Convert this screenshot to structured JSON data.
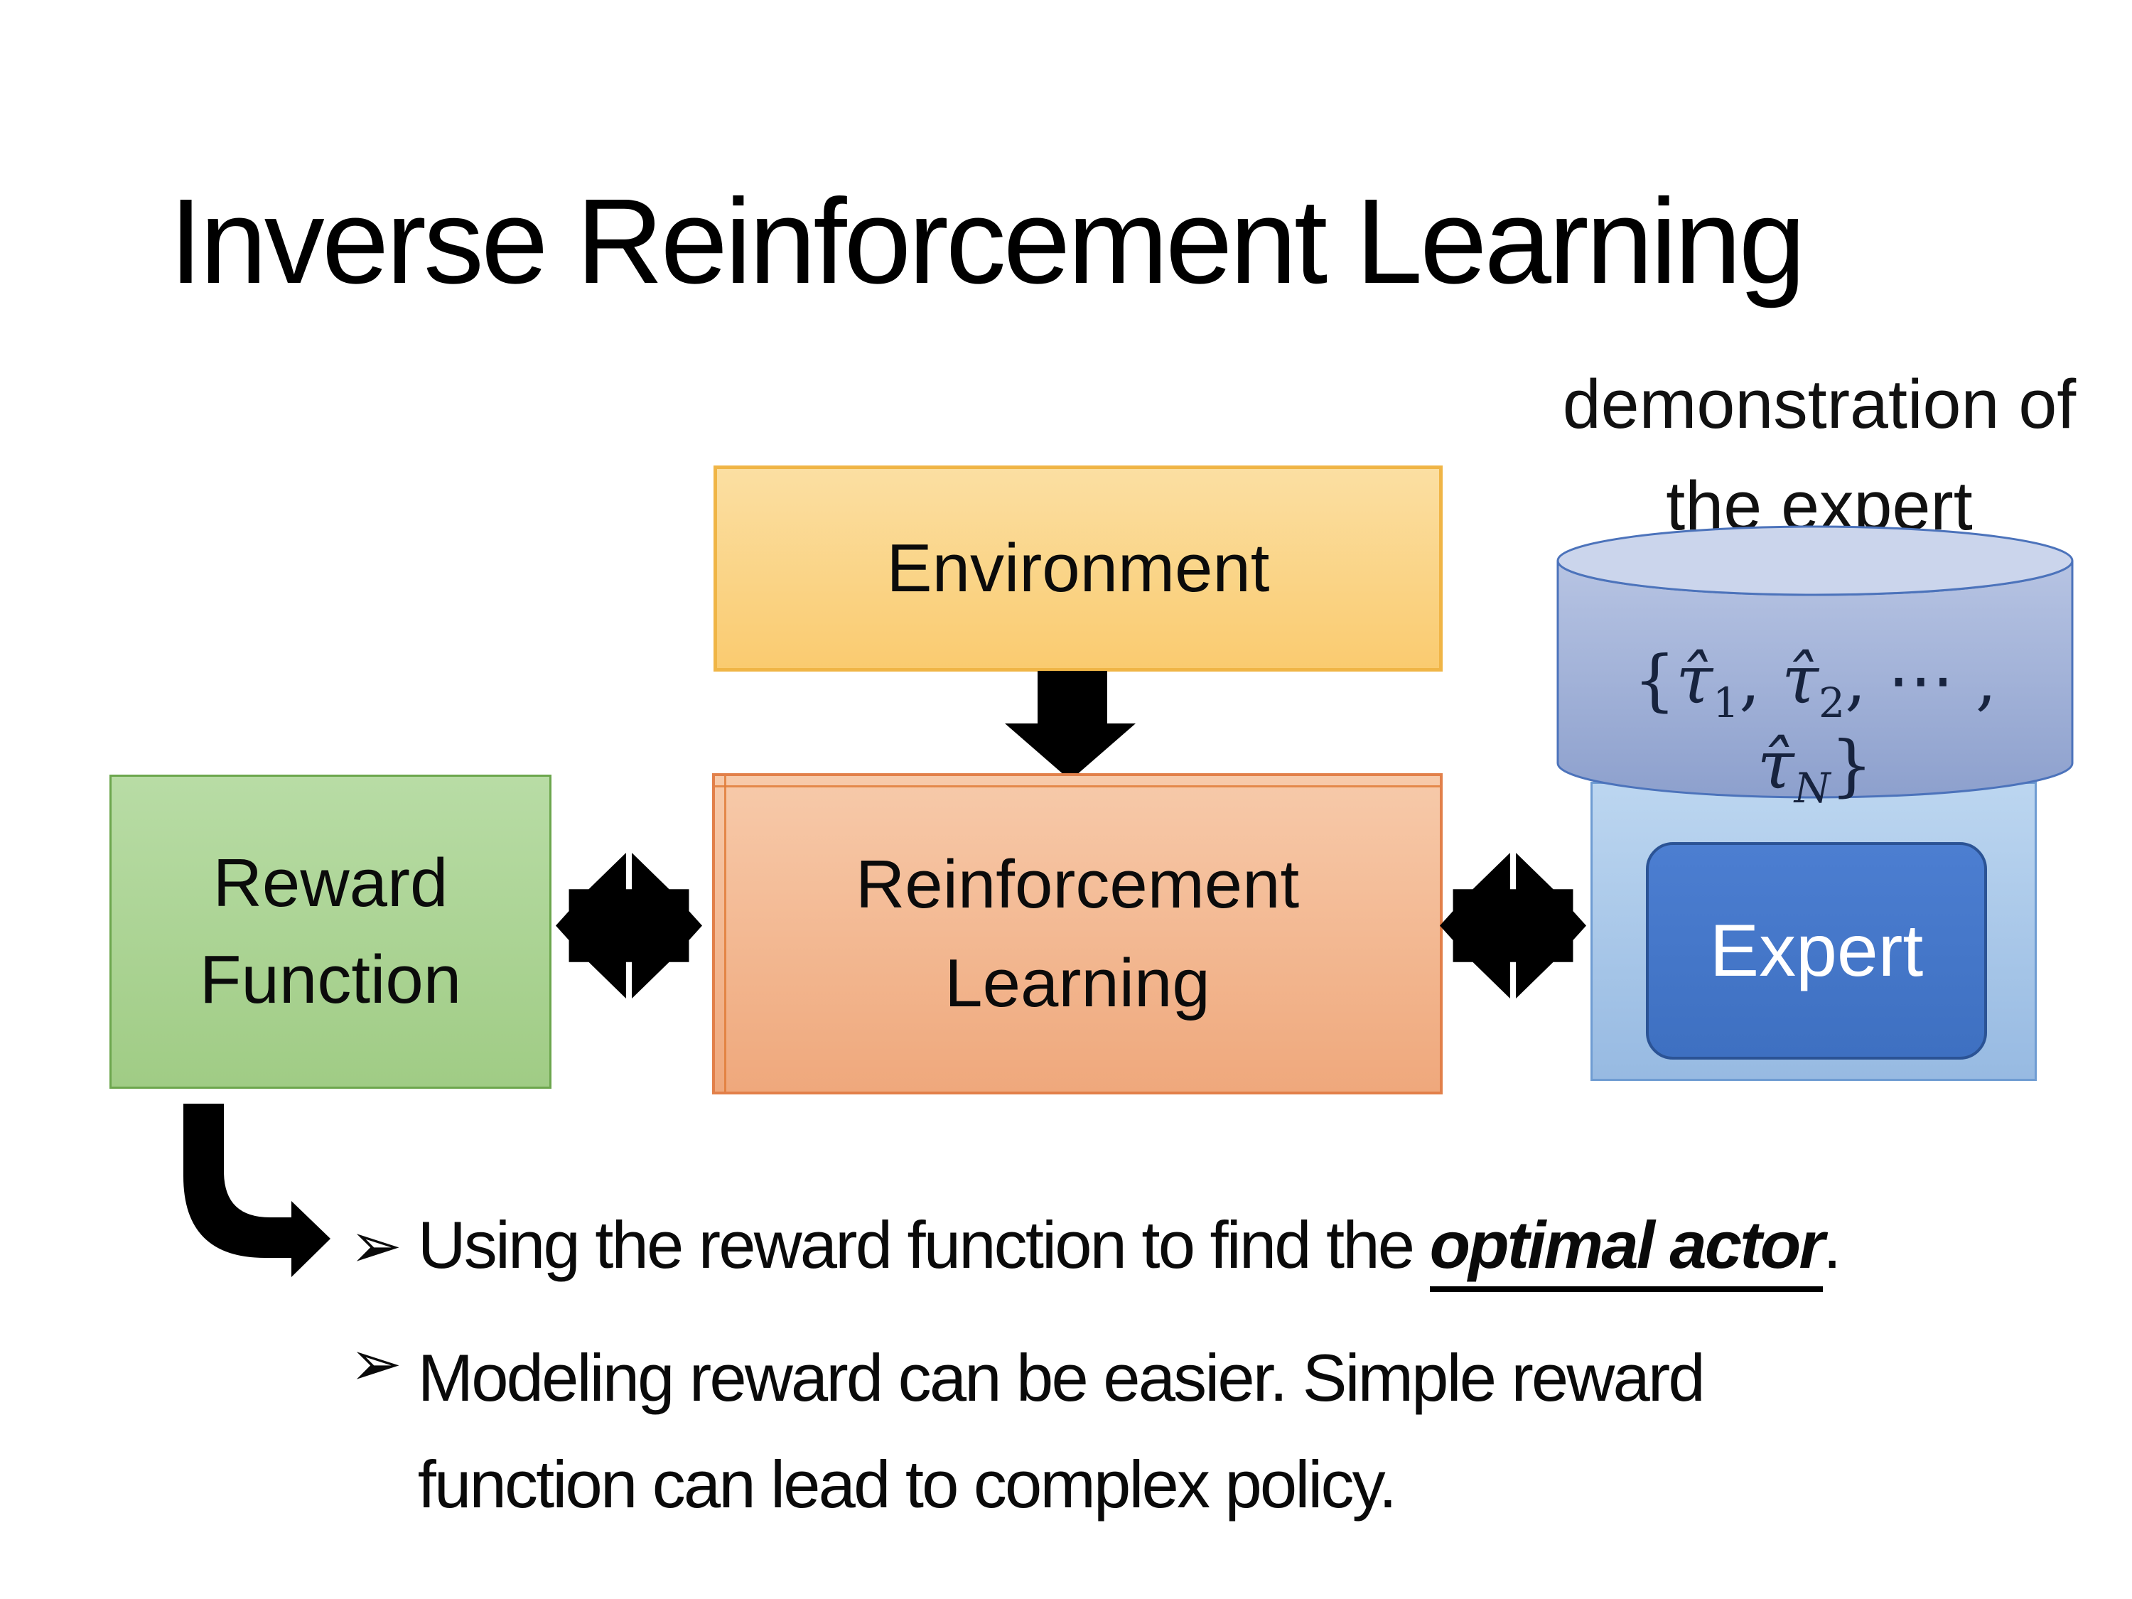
{
  "slide": {
    "title": "Inverse Reinforcement Learning",
    "background": "#ffffff"
  },
  "diagram": {
    "demonstration_label": {
      "line1": "demonstration",
      "line2": "of the expert"
    },
    "environment_box": {
      "label": "Environment",
      "fill_top": "#FBDFA2",
      "fill_bottom": "#FACB70",
      "border": "#F0B546"
    },
    "reward_function_box": {
      "line1": "Reward",
      "line2": "Function",
      "fill_top": "#B8DCA5",
      "fill_bottom": "#A0CC85",
      "border": "#6CA64D"
    },
    "reinforcement_learning_box": {
      "line1": "Reinforcement",
      "line2": "Learning",
      "fill_top": "#F7CAAA",
      "fill_bottom": "#EFA87C",
      "border": "#E2804A"
    },
    "expert_panel": {
      "fill_top": "#BCD6F0",
      "fill_bottom": "#97BAE2",
      "border": "#6F9CD2"
    },
    "expert_box": {
      "label": "Expert",
      "fill": "#4577C9",
      "border": "#2B5395",
      "text_color": "#ffffff"
    },
    "cylinder": {
      "math_html": "{<i>τ̂</i><sub>1</sub>, <i>τ̂</i><sub>2</sub>, ⋯ , <i>τ̂</i><sub><i>N</i></sub>}",
      "body_top": "#B7C4E3",
      "body_bottom": "#8DA0CD",
      "lid_fill": "#CBD5EC",
      "border": "#4C73BB",
      "text_color": "#17233E"
    },
    "arrow_color": "#000000"
  },
  "bullets": {
    "marker": "➢",
    "item1": {
      "prefix": "Using the reward function to find the ",
      "emphasis": "optimal actor",
      "suffix": "."
    },
    "item2": {
      "line1": "Modeling reward can be easier. Simple reward",
      "line2": "function can lead to complex policy."
    }
  }
}
